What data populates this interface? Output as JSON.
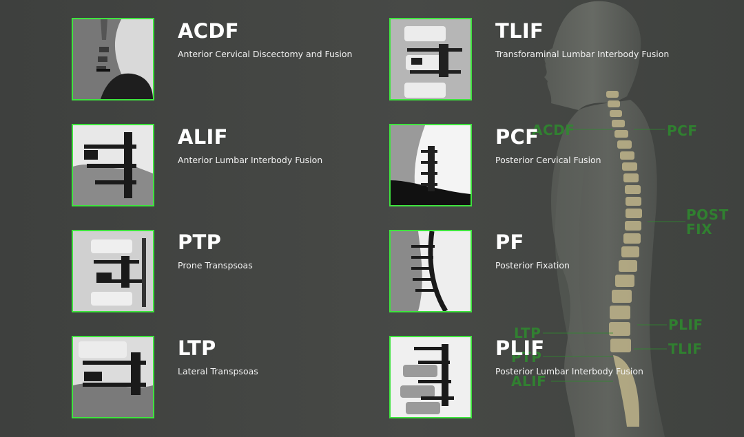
{
  "procedures": [
    {
      "title": "ACDF",
      "subtitle": "Anterior Cervical Discectomy and Fusion"
    },
    {
      "title": "TLIF",
      "subtitle": "Transforaminal Lumbar Interbody Fusion"
    },
    {
      "title": "ALIF",
      "subtitle": "Anterior Lumbar Interbody Fusion"
    },
    {
      "title": "PCF",
      "subtitle": "Posterior Cervical Fusion"
    },
    {
      "title": "PTP",
      "subtitle": "Prone Transpsoas"
    },
    {
      "title": "PF",
      "subtitle": "Posterior Fixation"
    },
    {
      "title": "LTP",
      "subtitle": "Lateral Transpsoas"
    },
    {
      "title": "PLIF",
      "subtitle": "Posterior Lumbar Interbody Fusion"
    }
  ],
  "figure_labels": {
    "acdf": "ACDF",
    "pcf": "PCF",
    "post": "POST",
    "fix": "FIX",
    "plif": "PLIF",
    "tlif": "TLIF",
    "ltp": "LTP",
    "ptp": "PTP",
    "alif": "ALIF"
  },
  "colors": {
    "accent": "#3ee43e",
    "label_green": "#2e8b2e",
    "background": "#444644"
  }
}
